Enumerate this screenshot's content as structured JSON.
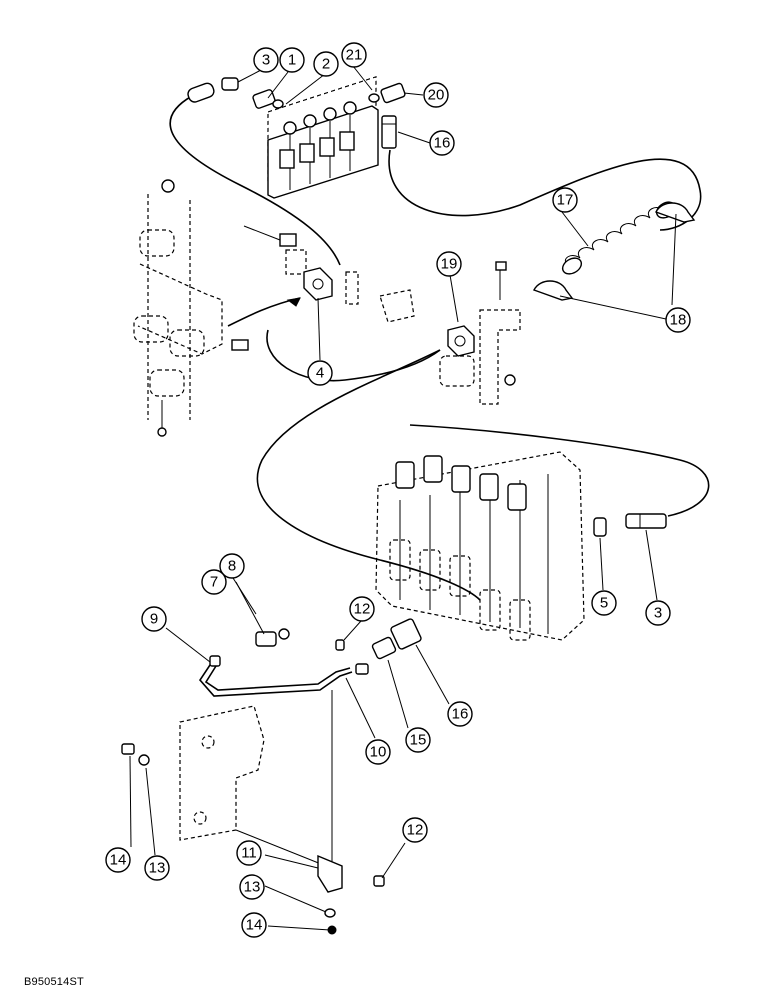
{
  "figure_code": "B950514ST",
  "callouts": [
    {
      "id": "c1",
      "label": "1"
    },
    {
      "id": "c2",
      "label": "2"
    },
    {
      "id": "c3a",
      "label": "3"
    },
    {
      "id": "c3b",
      "label": "3"
    },
    {
      "id": "c4",
      "label": "4"
    },
    {
      "id": "c5",
      "label": "5"
    },
    {
      "id": "c7",
      "label": "7"
    },
    {
      "id": "c8",
      "label": "8"
    },
    {
      "id": "c9",
      "label": "9"
    },
    {
      "id": "c10",
      "label": "10"
    },
    {
      "id": "c11",
      "label": "11"
    },
    {
      "id": "c12a",
      "label": "12"
    },
    {
      "id": "c12b",
      "label": "12"
    },
    {
      "id": "c13a",
      "label": "13"
    },
    {
      "id": "c13b",
      "label": "13"
    },
    {
      "id": "c14a",
      "label": "14"
    },
    {
      "id": "c14b",
      "label": "14"
    },
    {
      "id": "c15",
      "label": "15"
    },
    {
      "id": "c16a",
      "label": "16"
    },
    {
      "id": "c16b",
      "label": "16"
    },
    {
      "id": "c17",
      "label": "17"
    },
    {
      "id": "c18",
      "label": "18"
    },
    {
      "id": "c19",
      "label": "19"
    },
    {
      "id": "c20",
      "label": "20"
    },
    {
      "id": "c21",
      "label": "21"
    }
  ]
}
